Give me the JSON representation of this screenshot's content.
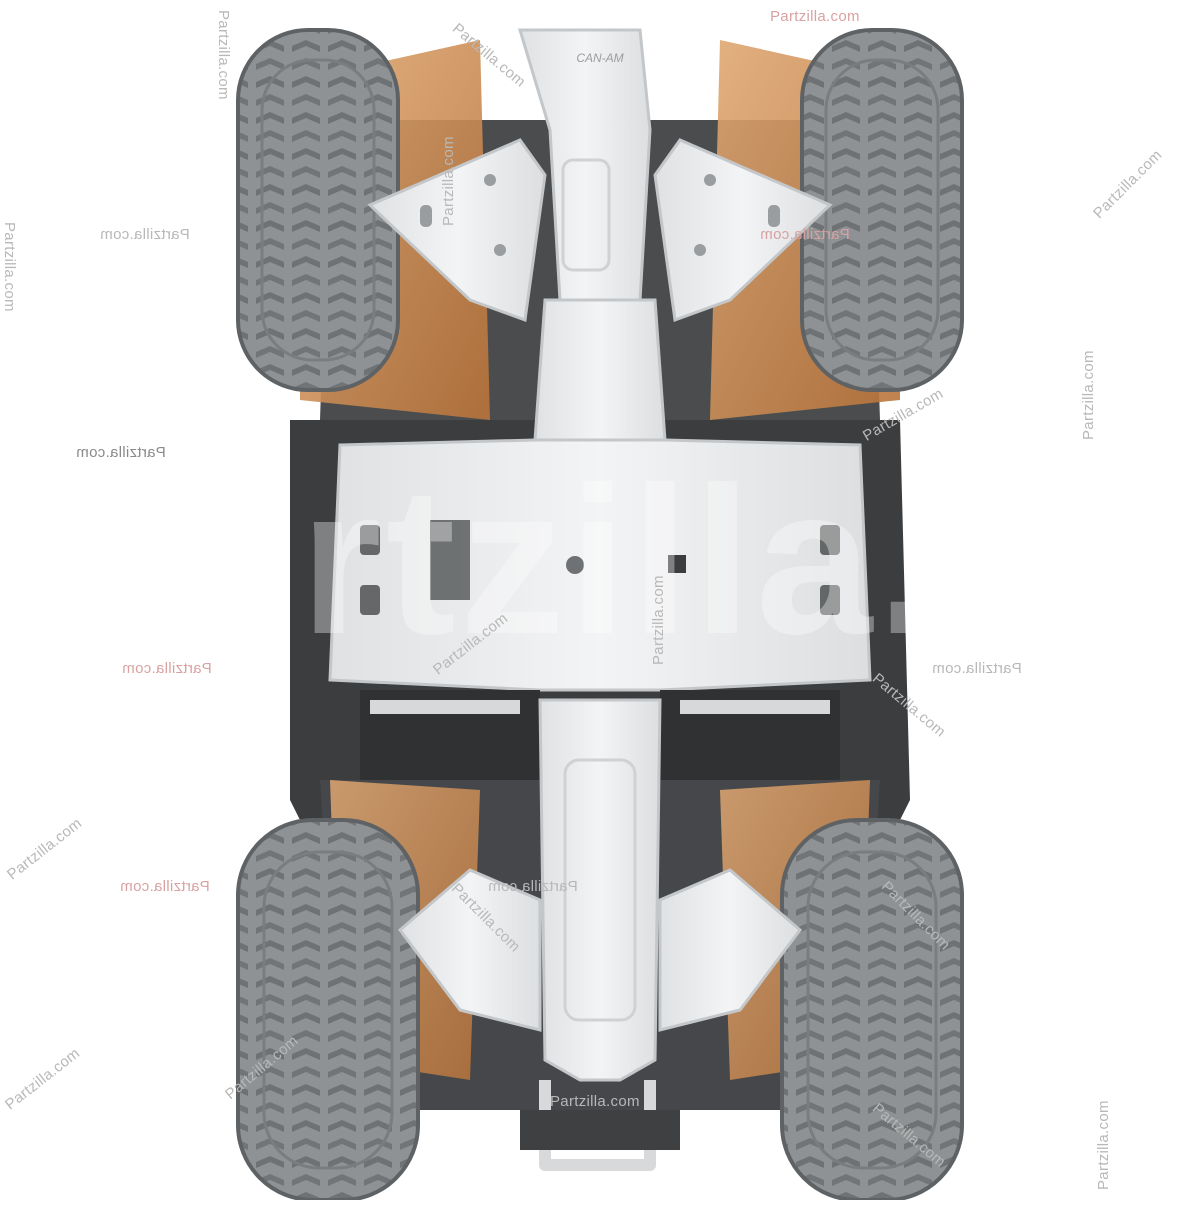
{
  "image": {
    "subject": "ATV underside with skid plate kit",
    "colors": {
      "tire": "#8f9294",
      "tire_dark": "#6f7274",
      "plate": "#ebecee",
      "plate_edge": "#c4c7ca",
      "frame_dark": "#3b3d3f",
      "body_orange": "#c98548",
      "body_orange_light": "#e0a873",
      "background": "#ffffff"
    }
  },
  "watermarks": {
    "site": "Partzilla.com",
    "brand_plate": "CAN-AM",
    "big_overlay": "rtzilla.c"
  }
}
